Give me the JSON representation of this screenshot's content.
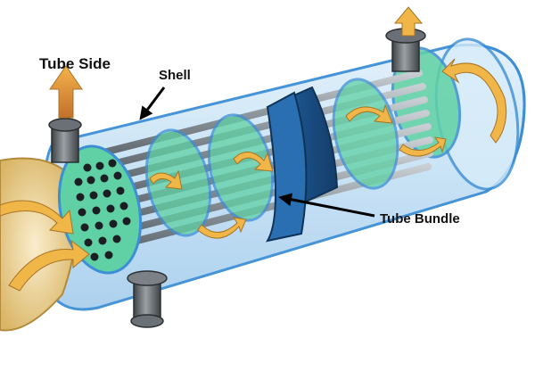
{
  "labels": {
    "tube_side": "Tube Side",
    "shell": "Shell",
    "tube_bundle": "Tube Bundle"
  },
  "colors": {
    "shell_fill": "#cfe6f7",
    "shell_edge": "#3c8fd6",
    "tube_sheet": "#5fd1a4",
    "tube": "#8d979e",
    "nozzle": "#5b5f63",
    "flow_arrow": "#f0b648",
    "band": "#1f5f99",
    "channel": "#f1d29a"
  }
}
